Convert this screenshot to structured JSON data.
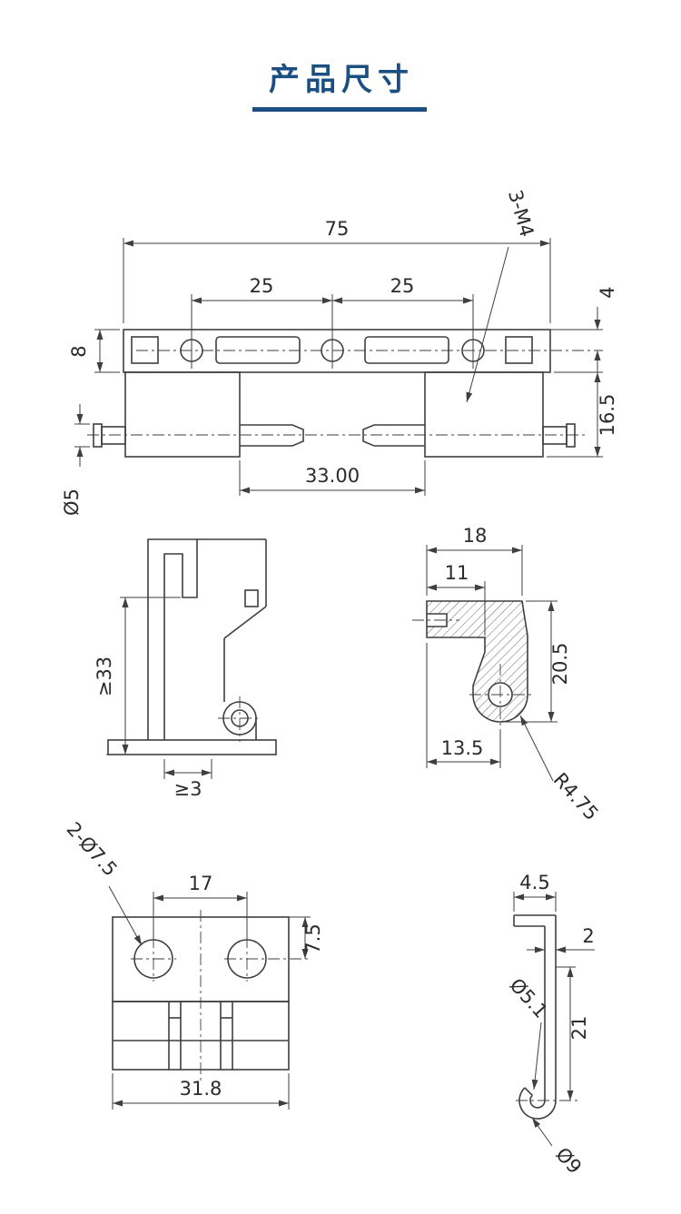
{
  "page": {
    "title": "产品尺寸"
  },
  "colors": {
    "accent": "#1b4f82",
    "line": "#3f3f3f",
    "text": "#2b2b2b",
    "background": "#ffffff"
  },
  "views": {
    "front": {
      "dims": {
        "overall_width": "75",
        "hole_pitch_left": "25",
        "hole_pitch_right": "25",
        "thread_callout": "3-M4",
        "edge_to_axis": "4",
        "leaf_height": "8",
        "body_drop": "16.5",
        "pin_gap": "33.00",
        "pin_diameter": "Ø5"
      }
    },
    "side": {
      "dims": {
        "min_height": "≥33",
        "min_clearance": "≥3"
      }
    },
    "section": {
      "dims": {
        "overall_width": "18",
        "arm_length": "11",
        "overall_height": "20.5",
        "axis_offset": "13.5",
        "knuckle_radius": "R4.75"
      }
    },
    "back": {
      "dims": {
        "hole_callout": "2-Ø7.5",
        "hole_pitch": "17",
        "edge_offset": "7.5",
        "overall_width": "31.8"
      }
    },
    "profile": {
      "dims": {
        "flange_width": "4.5",
        "thickness": "2",
        "curl_bore": "Ø5.1",
        "leg_length": "21",
        "curl_od": "Ø9"
      }
    }
  }
}
